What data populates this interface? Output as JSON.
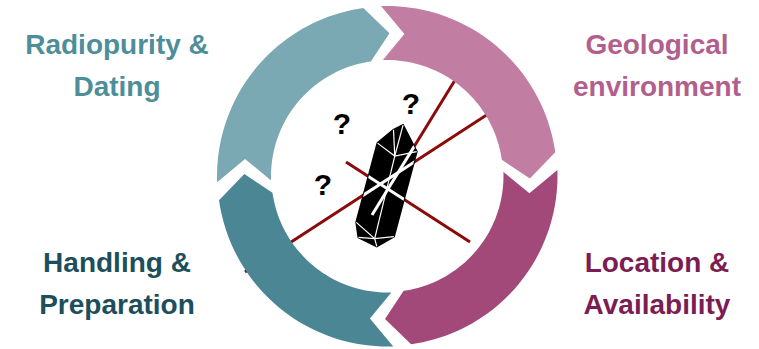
{
  "diagram": {
    "nodes": [
      {
        "text": [
          "Radiopurity & Dating"
        ]
      },
      {
        "text": [
          "Geological environment"
        ]
      },
      {
        "text": [
          "Handling & Preparation"
        ]
      },
      {
        "text": [
          "Location & Availability"
        ]
      }
    ],
    "labels": [
      "?",
      "?",
      "?"
    ]
  }
}
